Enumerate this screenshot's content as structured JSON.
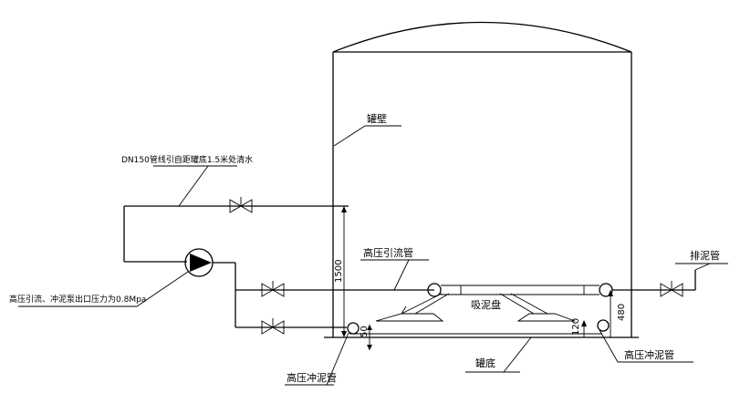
{
  "labels": {
    "tank_wall": "罐壁",
    "dn150_note": "DN150管线引自距罐底1.5米处清水",
    "hp_drain_pipe": "高压引流管",
    "sludge_suction_disc": "吸泥盘",
    "tank_bottom": "罐底",
    "hp_flush_pipe_left": "高压冲泥管",
    "hp_flush_pipe_right": "高压冲泥管",
    "sludge_discharge_pipe": "排泥管",
    "pump_pressure_note": "高压引流、冲泥泵出口压力为0.8Mpa"
  },
  "dimensions": {
    "height_1500": "1500",
    "height_480": "480",
    "height_120": "120",
    "height_50": "50"
  }
}
